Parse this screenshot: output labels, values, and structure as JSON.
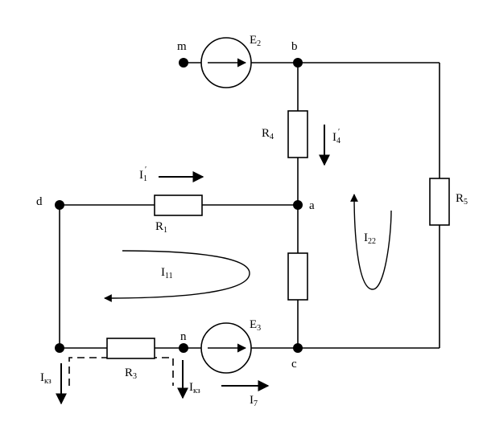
{
  "nodes": {
    "m": "m",
    "b": "b",
    "a": "a",
    "c": "c",
    "d": "d",
    "n": "n"
  },
  "sources": {
    "e2": {
      "letter": "E",
      "sub": "2"
    },
    "e3": {
      "letter": "E",
      "sub": "3"
    }
  },
  "resistors": {
    "r1": {
      "letter": "R",
      "sub": "1"
    },
    "r3": {
      "letter": "R",
      "sub": "3"
    },
    "r4": {
      "letter": "R",
      "sub": "4"
    },
    "r5": {
      "letter": "R",
      "sub": "5"
    }
  },
  "currents": {
    "i1": {
      "letter": "I",
      "sub": "1",
      "prime": "′"
    },
    "i4": {
      "letter": "I",
      "sub": "4",
      "prime": "′"
    },
    "i7": {
      "letter": "I",
      "sub": "7"
    },
    "ikz_left": {
      "letter": "I",
      "sub": "кз"
    },
    "ikz_right": {
      "letter": "I",
      "sub": "кз"
    },
    "i11": {
      "letter": "I",
      "sub": "11"
    },
    "i22": {
      "letter": "I",
      "sub": "22"
    }
  },
  "colors": {
    "ink": "#000000",
    "background": "#ffffff"
  }
}
